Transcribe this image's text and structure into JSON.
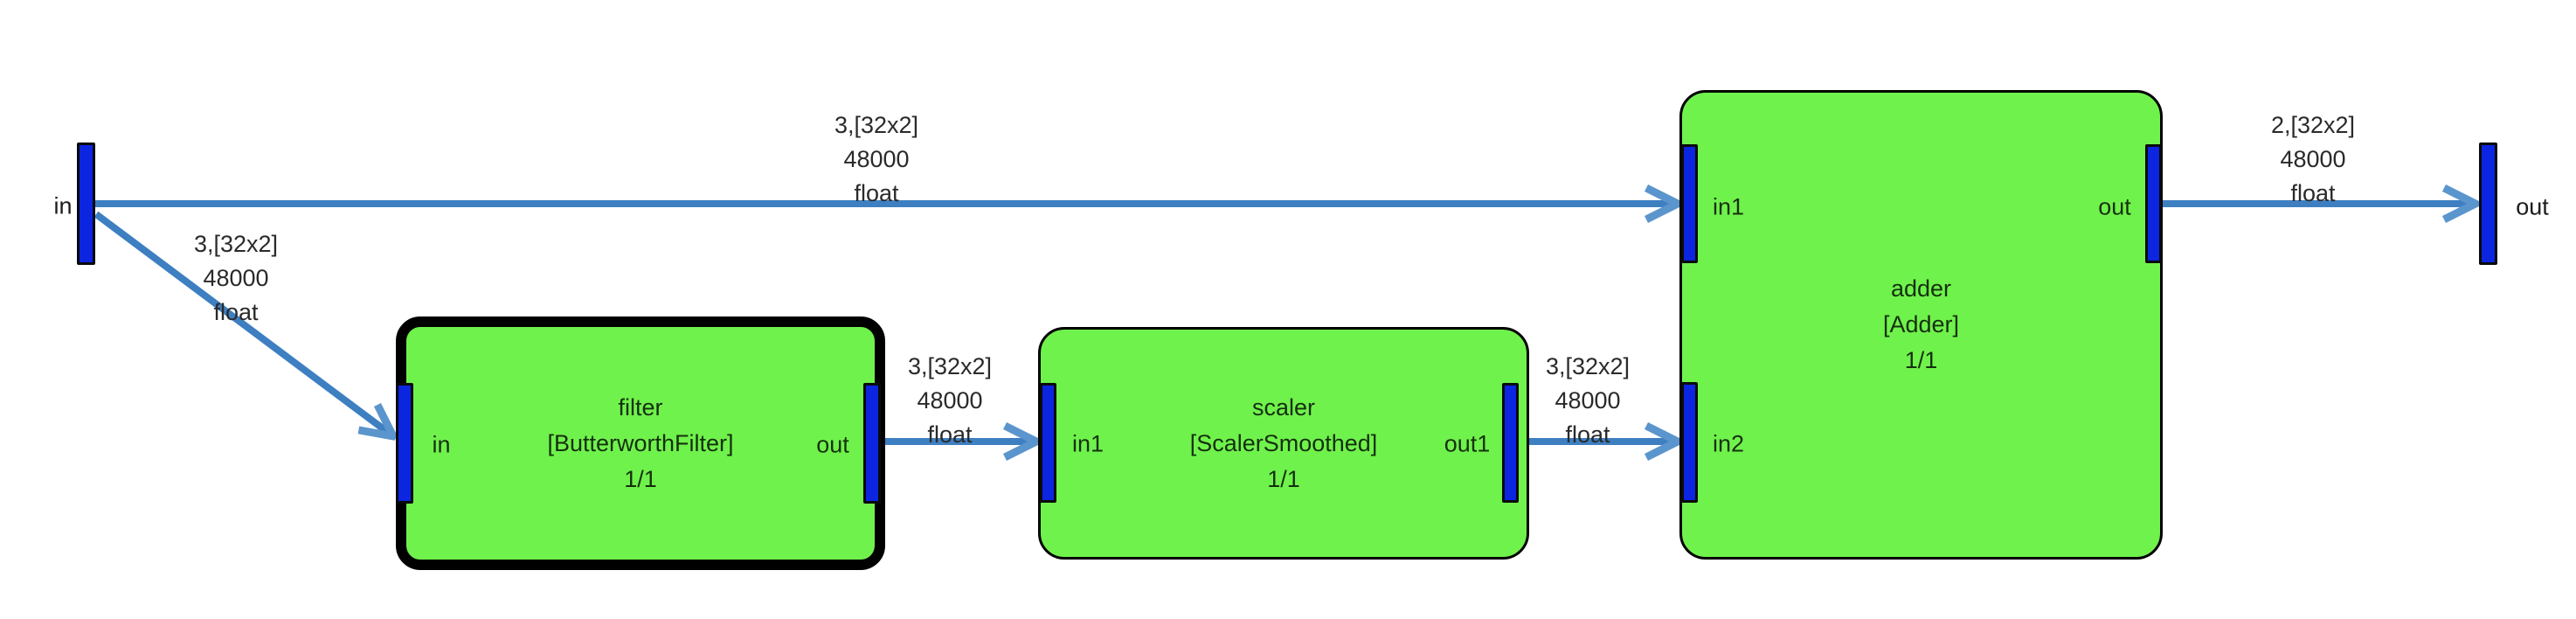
{
  "io": {
    "input": {
      "label": "in"
    },
    "output": {
      "label": "out"
    }
  },
  "nodes": {
    "filter": {
      "title": "filter",
      "type": "[ButterworthFilter]",
      "ratio": "1/1",
      "selected": true,
      "ports": {
        "in": {
          "label": "in"
        },
        "out": {
          "label": "out"
        }
      }
    },
    "scaler": {
      "title": "scaler",
      "type": "[ScalerSmoothed]",
      "ratio": "1/1",
      "selected": false,
      "ports": {
        "in1": {
          "label": "in1"
        },
        "out1": {
          "label": "out1"
        }
      }
    },
    "adder": {
      "title": "adder",
      "type": "[Adder]",
      "ratio": "1/1",
      "selected": false,
      "ports": {
        "in1": {
          "label": "in1"
        },
        "in2": {
          "label": "in2"
        },
        "out": {
          "label": "out"
        }
      }
    }
  },
  "edges": {
    "input_to_adder_in1": {
      "lines": [
        "3,[32x2]",
        "48000",
        "float"
      ]
    },
    "input_to_filter_in": {
      "lines": [
        "3,[32x2]",
        "48000",
        "float"
      ]
    },
    "filter_to_scaler": {
      "lines": [
        "3,[32x2]",
        "48000",
        "float"
      ]
    },
    "scaler_to_adder_in2": {
      "lines": [
        "3,[32x2]",
        "48000",
        "float"
      ]
    },
    "adder_to_output": {
      "lines": [
        "2,[32x2]",
        "48000",
        "float"
      ]
    }
  },
  "colors": {
    "background": "#ffffff",
    "node_fill": "#70f24c",
    "node_border": "#000000",
    "port_fill": "#0c25e1",
    "edge_stroke": "#3e7fc1",
    "arrowhead_stroke": "#5b95cd"
  }
}
